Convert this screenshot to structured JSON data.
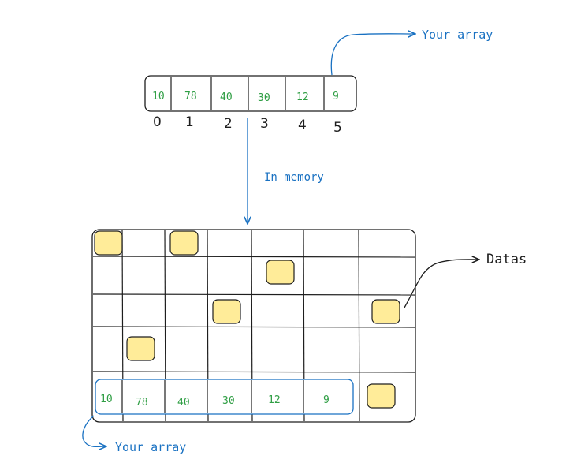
{
  "array": {
    "values": [
      "10",
      "78",
      "40",
      "30",
      "12",
      "9"
    ],
    "indices": [
      "0",
      "1",
      "2",
      "3",
      "4",
      "5"
    ]
  },
  "labels": {
    "your_array_top": "Your array",
    "in_memory": "In memory",
    "datas": "Datas",
    "your_array_bottom": "Your array"
  },
  "memory": {
    "rows": 5,
    "cols": 7,
    "array_row_values": [
      "10",
      "78",
      "40",
      "30",
      "12",
      "9"
    ],
    "data_cells": [
      [
        0,
        0
      ],
      [
        0,
        2
      ],
      [
        1,
        4
      ],
      [
        2,
        3
      ],
      [
        2,
        6
      ],
      [
        3,
        1
      ],
      [
        4,
        6
      ]
    ]
  },
  "colors": {
    "stroke": "#1e1e1e",
    "blue": "#1971c2",
    "green": "#2f9e44",
    "data_fill": "#ffec99"
  }
}
